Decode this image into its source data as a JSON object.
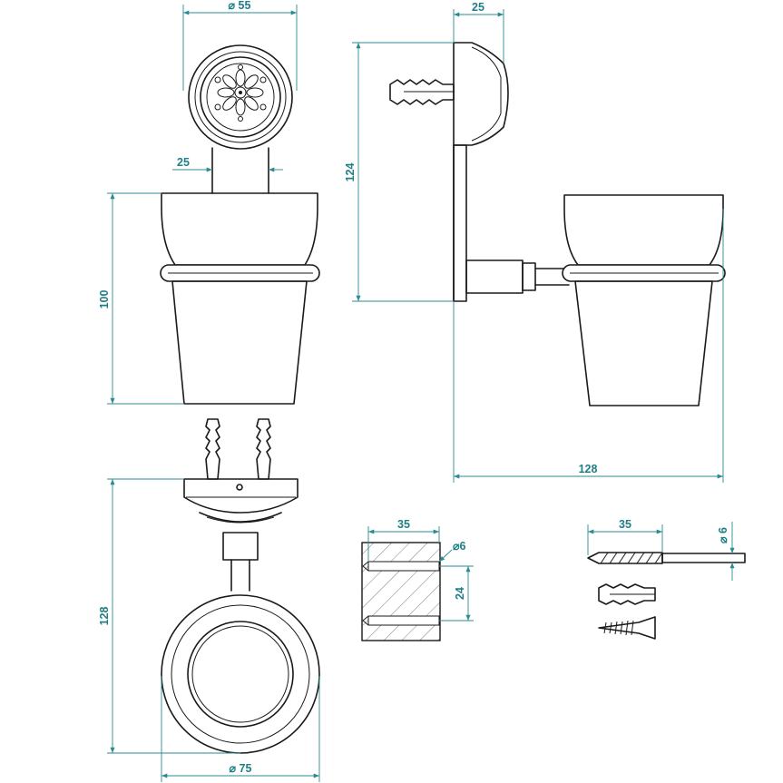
{
  "dimensions": {
    "top_diameter": "⌀ 55",
    "top_stem": "25",
    "front_height": "100",
    "side_depth": "25",
    "side_height": "124",
    "side_length": "128",
    "bottom_length": "128",
    "bottom_diameter": "⌀ 75",
    "block_width": "35",
    "block_hole": "⌀6",
    "block_spacing": "24",
    "drill_length": "35",
    "drill_diameter": "⌀ 6"
  },
  "colors": {
    "dimension": "#1f7f86",
    "outline": "#1a1a1a"
  }
}
